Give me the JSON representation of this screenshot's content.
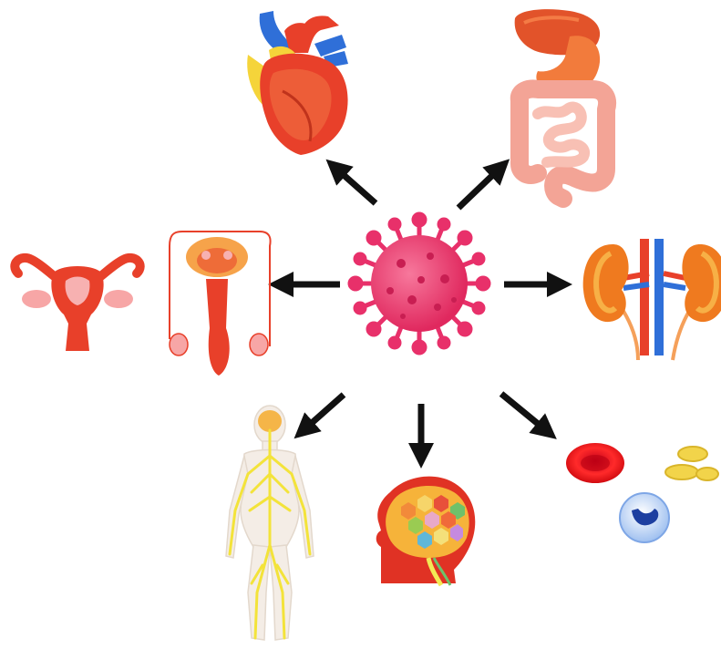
{
  "diagram": {
    "center": {
      "icon": "coronavirus-icon"
    },
    "colors": {
      "virus": "#e8306a",
      "virus_light": "#f46a91",
      "organ_red": "#e8402a",
      "organ_orange": "#f27b3c",
      "vein_blue": "#2f6fd8",
      "fat_yellow": "#f5d43a",
      "nerve_yellow": "#f3ea55",
      "body_skin": "#f4ede6",
      "arrow": "#111111"
    },
    "targets": [
      {
        "id": "heart",
        "icon": "heart-icon"
      },
      {
        "id": "digestive",
        "icon": "digestive-system-icon"
      },
      {
        "id": "kidneys",
        "icon": "kidneys-icon"
      },
      {
        "id": "blood",
        "icon": "blood-cells-icon"
      },
      {
        "id": "brain",
        "icon": "brain-icon"
      },
      {
        "id": "nervous",
        "icon": "nervous-system-icon"
      },
      {
        "id": "reproductive",
        "icon": "reproductive-organs-icon"
      }
    ]
  }
}
